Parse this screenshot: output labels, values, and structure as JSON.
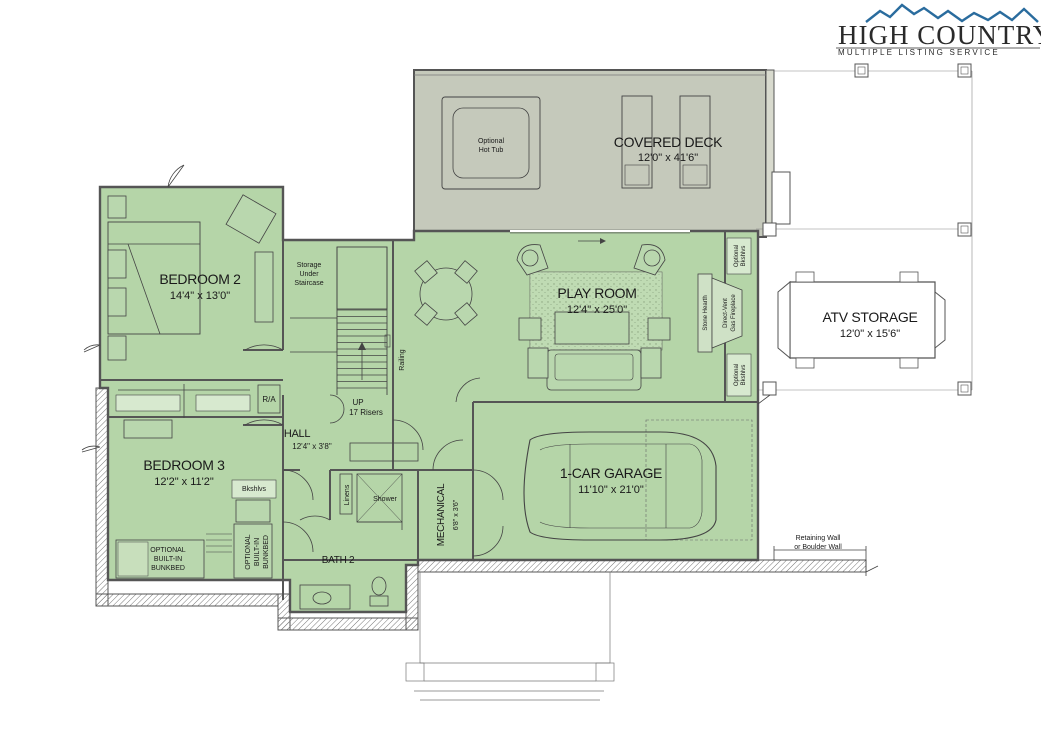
{
  "logo": {
    "name": "HIGH COUNTRY",
    "subtitle": "MULTIPLE LISTING SERVICE"
  },
  "rooms": {
    "covered_deck": {
      "name": "COVERED DECK",
      "dim": "12'0\" x 41'6\""
    },
    "hot_tub": {
      "line1": "Optional",
      "line2": "Hot Tub"
    },
    "bedroom2": {
      "name": "BEDROOM 2",
      "dim": "14'4\" x 13'0\""
    },
    "play_room": {
      "name": "PLAY ROOM",
      "dim": "12'4\" x 25'0\""
    },
    "atv_storage": {
      "name": "ATV STORAGE",
      "dim": "12'0\" x 15'6\""
    },
    "bedroom3": {
      "name": "BEDROOM 3",
      "dim": "12'2\" x 11'2\""
    },
    "hall": {
      "name": "HALL",
      "dim": "12'4\" x 3'8\""
    },
    "garage": {
      "name": "1-CAR GARAGE",
      "dim": "11'10\" x 21'0\""
    },
    "mechanical": {
      "name": "MECHANICAL",
      "dim": "6'8\" x 3'6\""
    },
    "bath2": {
      "name": "BATH 2"
    }
  },
  "labels": {
    "storage_line1": "Storage",
    "storage_line2": "Under",
    "storage_line3": "Staircase",
    "stairs_up": "UP",
    "stairs_risers": "17 Risers",
    "railing": "Railing",
    "ra": "R/A",
    "linens": "Linens",
    "shower": "Shower",
    "bkshlvs": "Bkshlvs",
    "bunk_left1": "OPTIONAL",
    "bunk_left2": "BUILT-IN",
    "bunk_left3": "BUNKBED",
    "bunk_right1": "OPTIONAL",
    "bunk_right2": "BUILT-IN",
    "bunk_right3": "BUNKBED",
    "opt_bkshlvs_top1": "Optional",
    "opt_bkshlvs_top2": "Bkshlvs",
    "opt_bkshlvs_bot1": "Optional",
    "opt_bkshlvs_bot2": "Bkshlvs",
    "stone_hearth": "Stone Hearth",
    "fireplace1": "Direct-Vent",
    "fireplace2": "Gas Fireplace",
    "retaining1": "Retaining Wall",
    "retaining2": "or Boulder Wall"
  },
  "colors": {
    "room_fill": "#b5d5a8",
    "deck_fill": "#c5c9bb",
    "wall": "#555555",
    "text": "#1a1a1a"
  }
}
